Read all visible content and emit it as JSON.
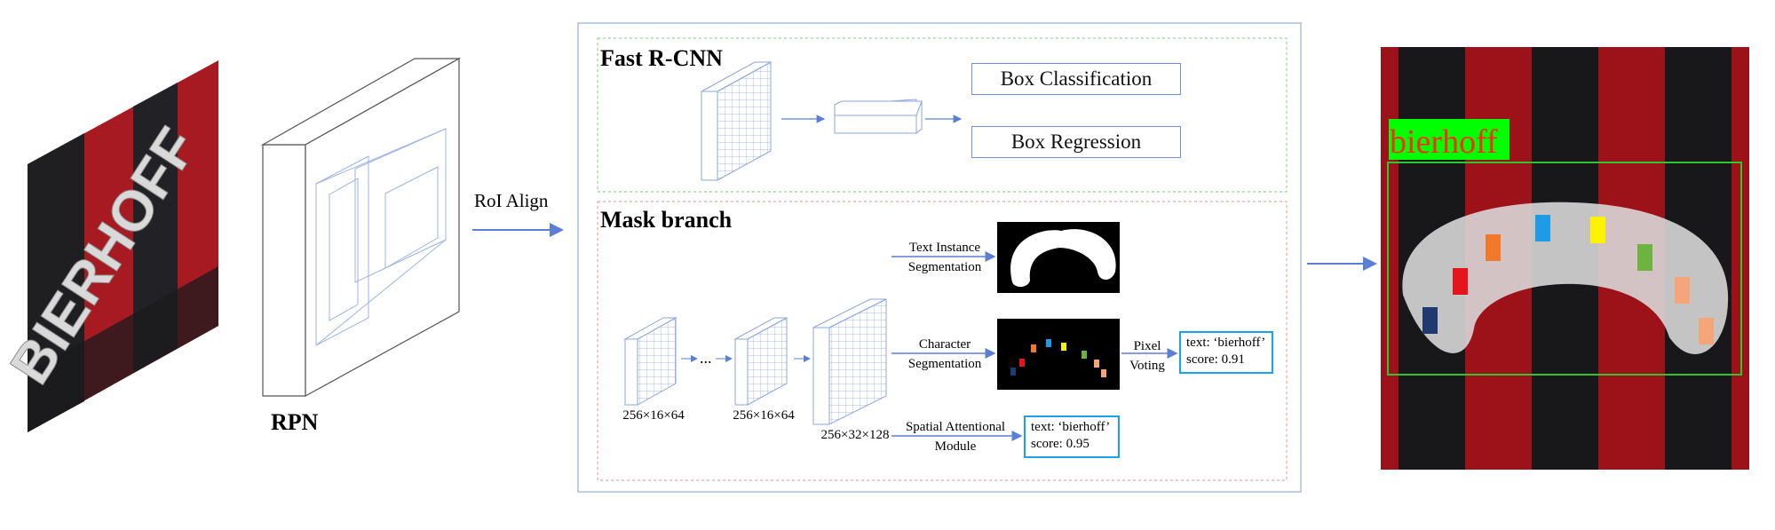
{
  "rpn": {
    "label": "RPN"
  },
  "roi_align": {
    "label": "RoI Align"
  },
  "fast_rcnn": {
    "title": "Fast R-CNN",
    "box_classification": "Box Classification",
    "box_regression": "Box Regression"
  },
  "mask_branch": {
    "title": "Mask branch",
    "ellipsis": "...",
    "dims": [
      "256×16×64",
      "256×16×64",
      "256×32×128"
    ],
    "text_instance_seg": [
      "Text Instance",
      "Segmentation"
    ],
    "character_seg": [
      "Character",
      "Segmentation"
    ],
    "pixel_voting": [
      "Pixel",
      "Voting"
    ],
    "spatial_attention": [
      "Spatial Attentional",
      "Module"
    ],
    "result_voting": {
      "text": "text: ‘bierhoff’",
      "score": "score: 0.91"
    },
    "result_attention": {
      "text": "text: ‘bierhoff’",
      "score": "score: 0.95"
    }
  },
  "output": {
    "word_label": "bierhoff"
  },
  "input_image": {
    "word": "BIERHOFF"
  },
  "colors": {
    "arrow": "#5b7fd6",
    "fast_rcnn_border": "#7cc98a",
    "mask_border": "#ec8d8d",
    "module_border": "#a9bde6",
    "result_border": "#1aa3e8",
    "label_bg": "#00ff00",
    "label_text": "#ff2a1a",
    "detection_box": "#2ec52e",
    "char_colors": [
      "#1f3a6e",
      "#e8141c",
      "#f07a2a",
      "#1e9ae6",
      "#fdf200",
      "#6db33f",
      "#f4a57a",
      "#f4a57a"
    ]
  }
}
